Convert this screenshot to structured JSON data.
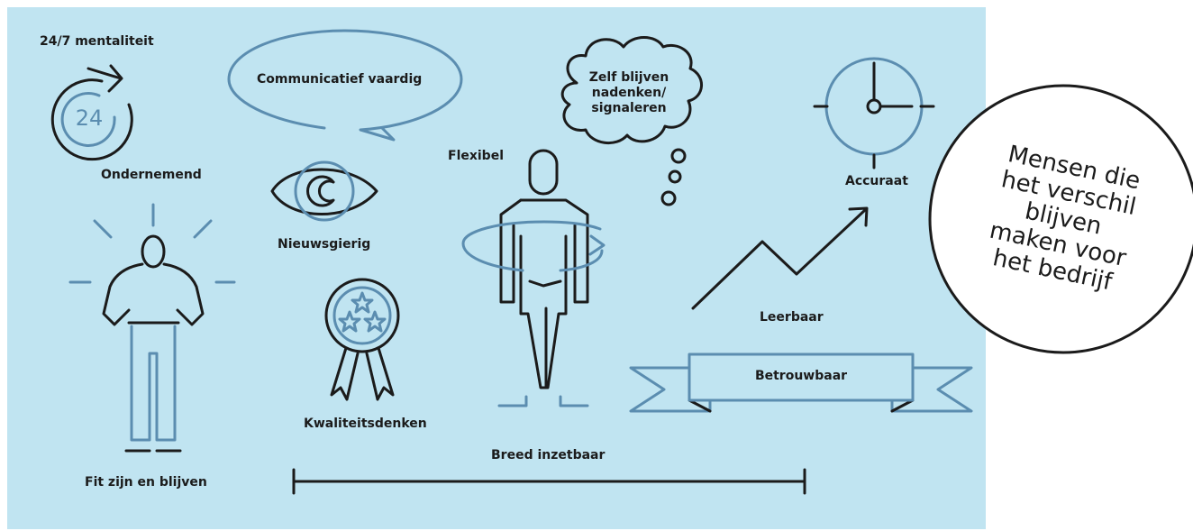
{
  "labels": {
    "mentaliteit": "24/7 mentaliteit",
    "cycle_number": "24",
    "ondernemend": "Ondernemend",
    "fit": "Fit zijn en blijven",
    "communicatief": "Communicatief vaardig",
    "nieuwsgierig": "Nieuwsgierig",
    "kwaliteitsdenken": "Kwaliteitsdenken",
    "flexibel": "Flexibel",
    "thought": [
      "Zelf blijven",
      "nadenken/",
      "signaleren"
    ],
    "accuraat": "Accuraat",
    "leerbaar": "Leerbaar",
    "betrouwbaar": "Betrouwbaar",
    "breed": "Breed inzetbaar"
  },
  "badge": {
    "lines": [
      "Mensen die",
      "het verschil",
      "blijven",
      "maken voor",
      "het bedrijf"
    ]
  },
  "colors": {
    "background": "#c0e4f1",
    "dark": "#1b1b1b",
    "blue": "#5b8db0",
    "badge_fill": "#ffffff"
  },
  "icons": [
    "cycle-24-icon",
    "energetic-person-icon",
    "speech-bubble-icon",
    "eye-icon",
    "award-ribbon-icon",
    "hula-hoop-person-icon",
    "thought-cloud-icon",
    "clock-icon",
    "rising-arrow-icon",
    "ribbon-banner-icon",
    "span-bar-icon"
  ]
}
